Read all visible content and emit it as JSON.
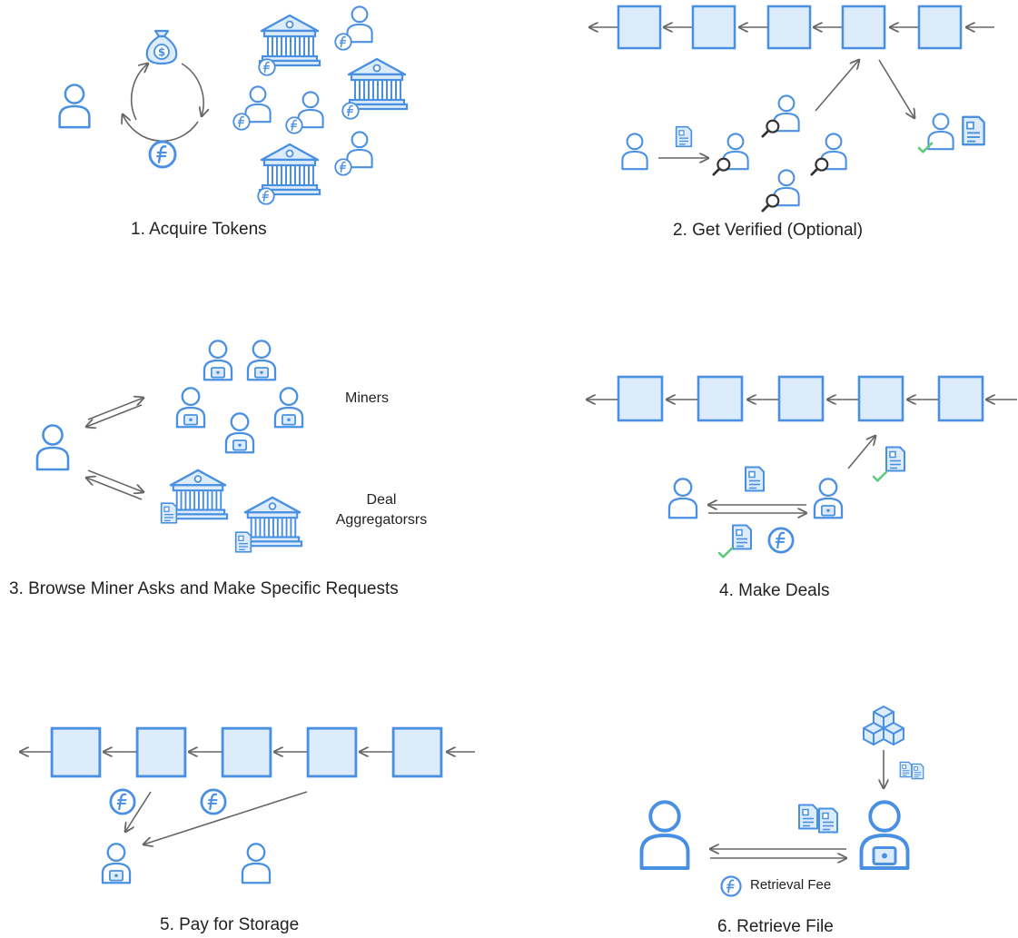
{
  "steps": [
    {
      "caption": "1. Acquire Tokens"
    },
    {
      "caption": "2. Get Verified (Optional)"
    },
    {
      "caption": "3. Browse Miner Asks and Make Specific Requests",
      "miners_label": "Miners",
      "deal_line1": "Deal",
      "deal_line2": "Aggregatorsrs"
    },
    {
      "caption": "4. Make Deals"
    },
    {
      "caption": "5. Pay for Storage"
    },
    {
      "caption": "6. Retrieve File",
      "fee_label": "Retrieval Fee"
    }
  ],
  "icons": {
    "user": "user-icon",
    "miner": "miner-icon",
    "bank": "bank-icon",
    "token": "filecoin-token-icon",
    "document": "document-icon",
    "block": "chain-block",
    "money_bag": "money-bag-icon",
    "magnifier": "magnifier-icon",
    "check": "check-icon",
    "cubes": "cubes-icon"
  },
  "colors": {
    "blue_stroke": "#4a90e2",
    "blue_fill": "#dcecfb",
    "gray_line": "#666666",
    "green_check": "#5ccc7a"
  }
}
